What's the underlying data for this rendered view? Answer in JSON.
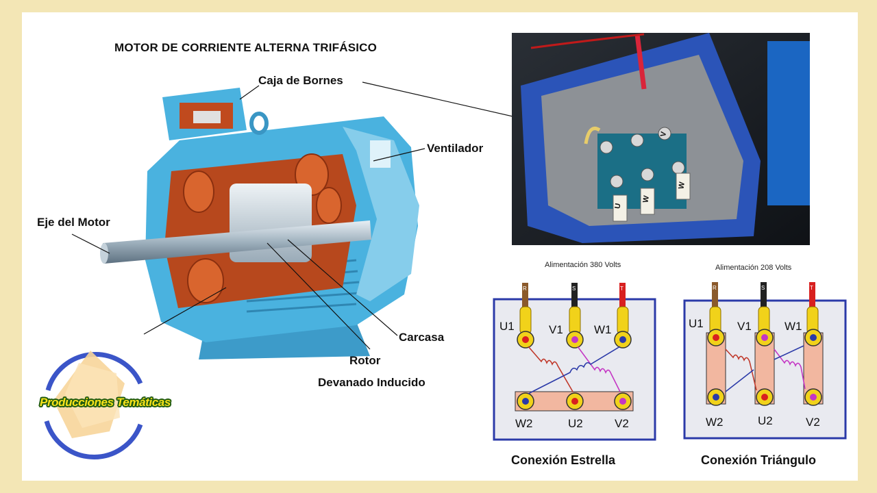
{
  "title": "MOTOR DE CORRIENTE ALTERNA TRIFÁSICO",
  "motor_labels": {
    "caja": "Caja de Bornes",
    "ventilador": "Ventilador",
    "eje": "Eje del Motor",
    "carcasa": "Carcasa",
    "rotor": "Rotor",
    "devanado": "Devanado Inducido"
  },
  "terminal_box_photo": {
    "terminals": [
      "U",
      "W",
      "V",
      "W"
    ]
  },
  "star": {
    "title": "Conexión Estrella",
    "supply": "Alimentación  380 Volts",
    "phases": [
      "R",
      "S",
      "T"
    ],
    "top_terminals": [
      "U1",
      "V1",
      "W1"
    ],
    "bottom_terminals": [
      "W2",
      "U2",
      "V2"
    ]
  },
  "delta": {
    "title": "Conexión Triángulo",
    "supply": "Alimentación  208 Volts",
    "phases": [
      "R",
      "S",
      "T"
    ],
    "top_terminals": [
      "U1",
      "V1",
      "W1"
    ],
    "bottom_terminals": [
      "W2",
      "U2",
      "V2"
    ]
  },
  "logo": {
    "text": "Producciones Temáticas"
  },
  "colors": {
    "background": "#f3e6b5",
    "motor_blue": "#4ab2df",
    "winding_copper": "#c04a1e",
    "terminal_frame": "#2b3aa8",
    "bridge": "#f2b7a0",
    "terminal_yellow": "#f1d21a"
  }
}
